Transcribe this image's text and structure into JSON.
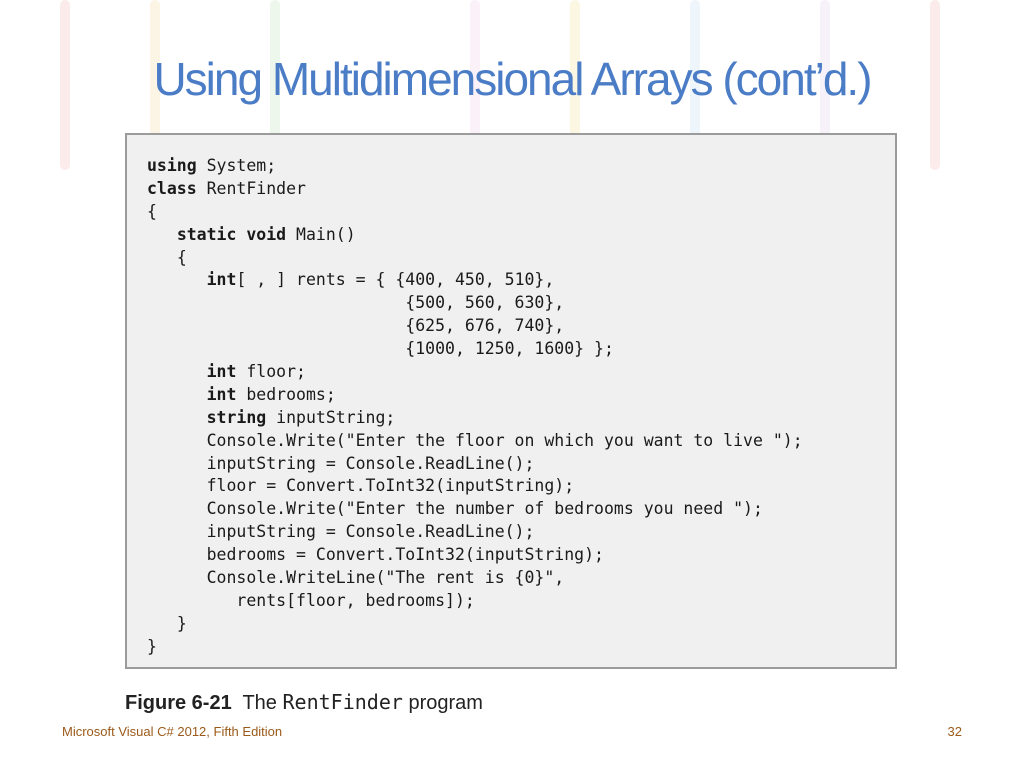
{
  "slide": {
    "title": "Using Multidimensional Arrays (cont’d.)",
    "footer_left": "Microsoft Visual C# 2012, Fifth Edition",
    "page_number": "32"
  },
  "code": {
    "lines": [
      {
        "indent": "",
        "kw": "using",
        "rest": " System;"
      },
      {
        "indent": "",
        "kw": "class",
        "rest": " RentFinder"
      },
      {
        "indent": "",
        "kw": "",
        "rest": "{"
      },
      {
        "indent": "   ",
        "kw": "static void",
        "rest": " Main()"
      },
      {
        "indent": "   ",
        "kw": "",
        "rest": "{"
      },
      {
        "indent": "      ",
        "kw": "int",
        "rest": "[ , ] rents = { {400, 450, 510},"
      },
      {
        "indent": "                          ",
        "kw": "",
        "rest": "{500, 560, 630},"
      },
      {
        "indent": "                          ",
        "kw": "",
        "rest": "{625, 676, 740},"
      },
      {
        "indent": "                          ",
        "kw": "",
        "rest": "{1000, 1250, 1600} };"
      },
      {
        "indent": "      ",
        "kw": "int",
        "rest": " floor;"
      },
      {
        "indent": "      ",
        "kw": "int",
        "rest": " bedrooms;"
      },
      {
        "indent": "      ",
        "kw": "string",
        "rest": " inputString;"
      },
      {
        "indent": "      ",
        "kw": "",
        "rest": "Console.Write(\"Enter the floor on which you want to live \");"
      },
      {
        "indent": "      ",
        "kw": "",
        "rest": "inputString = Console.ReadLine();"
      },
      {
        "indent": "      ",
        "kw": "",
        "rest": "floor = Convert.ToInt32(inputString);"
      },
      {
        "indent": "      ",
        "kw": "",
        "rest": "Console.Write(\"Enter the number of bedrooms you need \");"
      },
      {
        "indent": "      ",
        "kw": "",
        "rest": "inputString = Console.ReadLine();"
      },
      {
        "indent": "      ",
        "kw": "",
        "rest": "bedrooms = Convert.ToInt32(inputString);"
      },
      {
        "indent": "      ",
        "kw": "",
        "rest": "Console.WriteLine(\"The rent is {0}\","
      },
      {
        "indent": "         ",
        "kw": "",
        "rest": "rents[floor, bedrooms]);"
      },
      {
        "indent": "   ",
        "kw": "",
        "rest": "}"
      },
      {
        "indent": "",
        "kw": "",
        "rest": "}"
      }
    ]
  },
  "caption": {
    "figure": "Figure 6-21",
    "pre": "The",
    "program_name": "RentFinder",
    "post": "program"
  },
  "colors": {
    "title": "#4b7cc6",
    "footer": "#9b5a1a",
    "code_background": "#f0f0f0",
    "code_border": "#9b9b9b"
  }
}
